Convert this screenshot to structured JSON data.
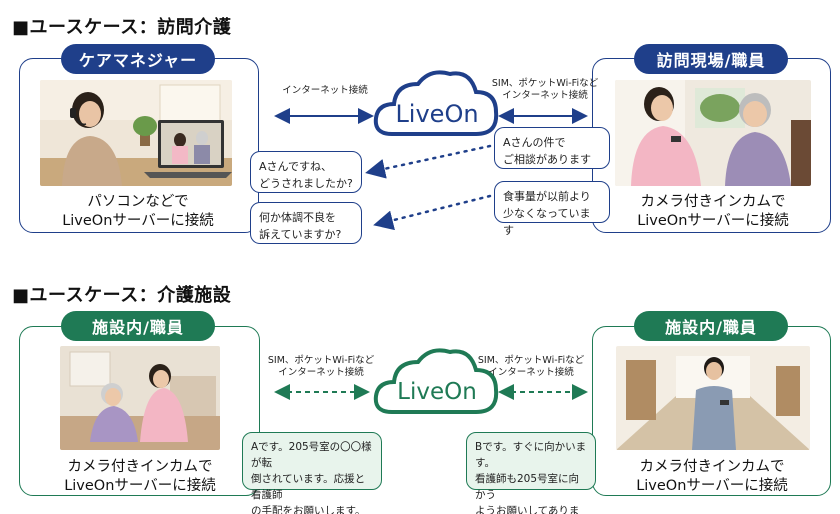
{
  "colors": {
    "blue": "#1f3f8a",
    "green": "#1f7a55",
    "green_bubble_bg": "#e8f4ec"
  },
  "section1": {
    "title": "■ユースケース：訪問介護",
    "left_card": {
      "label": "ケアマネジャー",
      "caption_line1": "パソコンなどで",
      "caption_line2": "LiveOnサーバーに接続",
      "image": "care-manager-on-laptop-video-call"
    },
    "right_card": {
      "label": "訪問現場/職員",
      "caption_line1": "カメラ付きインカムで",
      "caption_line2": "LiveOnサーバーに接続",
      "image": "caregiver-with-elderly-woman"
    },
    "cloud_text": "LiveOn",
    "left_link_label": "インターネット接続",
    "right_link_line1": "SIM、ポケットWi-Fiなど",
    "right_link_line2": "インターネット接続",
    "bubbles": {
      "left1_line1": "Aさんですね、",
      "left1_line2": "どうされましたか?",
      "left2_line1": "何か体調不良を",
      "left2_line2": "訴えていますか?",
      "right1_line1": "Aさんの件で",
      "right1_line2": "ご相談があります",
      "right2_line1": "食事量が以前より",
      "right2_line2": "少なくなっています"
    }
  },
  "section2": {
    "title": "■ユースケース：介護施設",
    "left_card": {
      "label": "施設内/職員",
      "caption_line1": "カメラ付きインカムで",
      "caption_line2": "LiveOnサーバーに接続",
      "image": "caregiver-helping-fallen-elderly"
    },
    "right_card": {
      "label": "施設内/職員",
      "caption_line1": "カメラ付きインカムで",
      "caption_line2": "LiveOnサーバーに接続",
      "image": "staff-walking-in-corridor"
    },
    "cloud_text": "LiveOn",
    "left_link_line1": "SIM、ポケットWi-Fiなど",
    "left_link_line2": "インターネット接続",
    "right_link_line1": "SIM、ポケットWi-Fiなど",
    "right_link_line2": "インターネット接続",
    "bubbles": {
      "left_line1": "Aです。205号室の〇〇様が転",
      "left_line2": "倒されています。応援と看護師",
      "left_line3": "の手配をお願いします。",
      "right_line1": "Bです。すぐに向かいます。",
      "right_line2": "看護師も205号室に向かう",
      "right_line3": "ようお願いしてあります。"
    }
  }
}
